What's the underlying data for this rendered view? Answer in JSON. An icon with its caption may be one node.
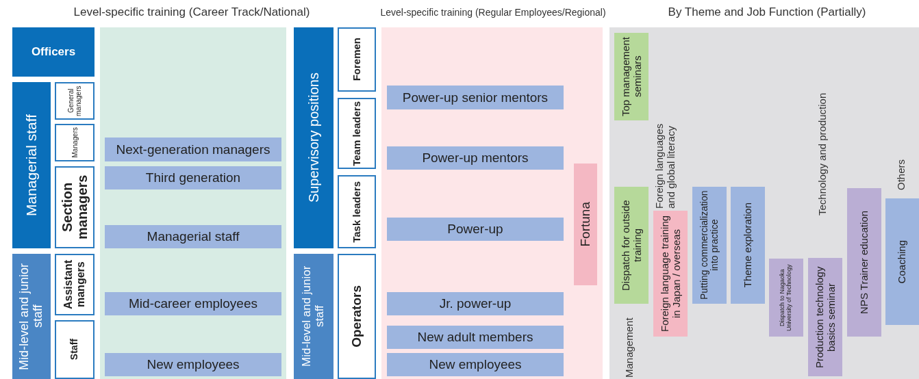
{
  "diagram": {
    "nodes": [
      {
        "text": [
          "Officers"
        ]
      },
      {
        "text": [
          "Managerial staff"
        ]
      },
      {
        "text": [
          "General managers"
        ]
      },
      {
        "text": [
          "Managers"
        ]
      },
      {
        "text": [
          "Section managers"
        ]
      },
      {
        "text": [
          "Mid-level and junior staff"
        ]
      },
      {
        "text": [
          "Assistant mangers"
        ]
      },
      {
        "text": [
          "Staff"
        ]
      },
      {
        "text": [],
        "shape": "box"
      },
      {
        "text": [
          "Next-generation managers"
        ],
        "in": 8
      },
      {
        "text": [
          "Third generation"
        ],
        "in": 8
      },
      {
        "text": [
          "Managerial staff"
        ],
        "in": 8
      },
      {
        "text": [
          "Mid-career employees"
        ],
        "in": 8
      },
      {
        "text": [
          "New employees"
        ],
        "in": 8
      },
      {
        "text": [
          "Supervisory positions"
        ]
      },
      {
        "text": [
          "Foremen"
        ]
      },
      {
        "text": [
          "Team leaders"
        ]
      },
      {
        "text": [
          "Task leaders"
        ]
      },
      {
        "text": [
          "Mid-level and junior staff"
        ]
      },
      {
        "text": [
          "Operators"
        ]
      },
      {
        "text": [],
        "shape": "box"
      },
      {
        "text": [
          "Power-up senior mentors"
        ],
        "in": 20
      },
      {
        "text": [
          "Power-up mentors"
        ],
        "in": 20
      },
      {
        "text": [
          "Power-up"
        ],
        "in": 20
      },
      {
        "text": [
          "Jr. power-up"
        ],
        "in": 20
      },
      {
        "text": [
          "New adult members"
        ],
        "in": 20
      },
      {
        "text": [
          "New employees"
        ],
        "in": 20
      },
      {
        "text": [
          "Fortuna"
        ],
        "in": 20
      },
      {
        "text": [],
        "shape": "box"
      },
      {
        "text": [
          "Top management seminars"
        ],
        "in": 28
      },
      {
        "text": [
          "Dispatch for outside training"
        ],
        "in": 28
      },
      {
        "text": [
          "Foreign language training in Japan / overseas"
        ],
        "in": 28
      },
      {
        "text": [
          "Putting commercialization into practice"
        ],
        "in": 28
      },
      {
        "text": [
          "Theme exploration"
        ],
        "in": 28
      },
      {
        "text": [
          "Dispatch to Nagaoka University of Technology"
        ],
        "in": 28
      },
      {
        "text": [
          "Production technology basics seminar"
        ],
        "in": 28
      },
      {
        "text": [
          "NPS Trainer education"
        ],
        "in": 28
      },
      {
        "text": [
          "Coaching"
        ],
        "in": 28
      }
    ],
    "labels": [
      "Level-specific training (Career Track/National)",
      "Level-specific training (Regular Employees/Regional)",
      "By Theme and Job Function (Partially)",
      "Management",
      "Foreign languages and global literacy",
      "Technology and production",
      "Others"
    ]
  }
}
